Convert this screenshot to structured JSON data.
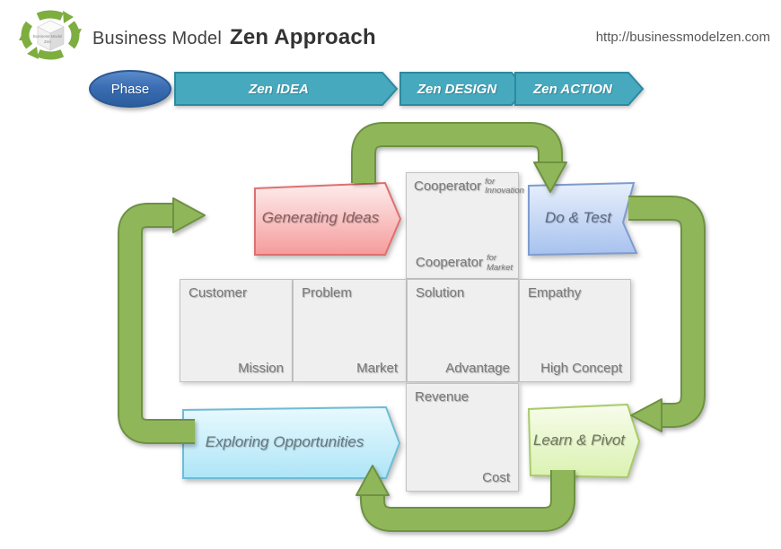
{
  "header": {
    "logo_line1": "Business Model",
    "logo_line2": "Zen",
    "title_regular": "Business Model",
    "title_bold": "Zen Approach",
    "url": "http://businessmodelzen.com"
  },
  "phase": {
    "label": "Phase",
    "steps": [
      {
        "label": "Zen IDEA"
      },
      {
        "label": "Zen DESIGN"
      },
      {
        "label": "Zen ACTION"
      }
    ]
  },
  "flow": {
    "generating_ideas": "Generating Ideas",
    "do_test": "Do & Test",
    "exploring_opportunities": "Exploring Opportunities",
    "learn_pivot": "Learn & Pivot"
  },
  "canvas": {
    "cooperators": [
      {
        "main": "Cooperator",
        "qualifier_line1": "for",
        "qualifier_line2": "Innovation"
      },
      {
        "main": "Cooperator",
        "qualifier_line1": "for",
        "qualifier_line2": "Market"
      }
    ],
    "cells": [
      {
        "top": "Customer",
        "bottom": "Mission"
      },
      {
        "top": "Problem",
        "bottom": "Market"
      },
      {
        "top": "Solution",
        "bottom": "Advantage"
      },
      {
        "top": "Empathy",
        "bottom": "High Concept"
      }
    ],
    "finance": {
      "top": "Revenue",
      "bottom": "Cost"
    }
  },
  "colors": {
    "arrow_green_fill": "#8fb75a",
    "arrow_green_border": "#6e9143",
    "phase_teal_fill": "#47a9be",
    "phase_teal_border": "#2c89a0",
    "phase_badge_blue": "#2b5e9d",
    "shape_pink_border": "#e07070",
    "shape_blue_border": "#7e9cd0",
    "shape_cyan_border": "#6fbcd6",
    "shape_lightgreen_border": "#a8cb69",
    "box_gray_fill": "#efefef",
    "box_gray_border": "#c2c2c2",
    "label_gray": "#7a7a7a"
  }
}
